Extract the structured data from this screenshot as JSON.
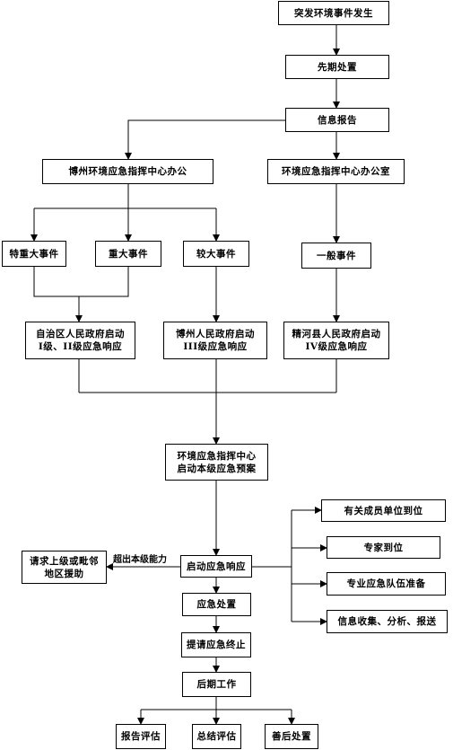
{
  "nodes": {
    "occur": "突发环境事件发生",
    "initial": "先期处置",
    "report": "信息报告",
    "bozhou_office": "博州环境应急指挥中心办公",
    "env_office": "环境应急指挥中心办公室",
    "level1": "特重大事件",
    "level2": "重大事件",
    "level3": "较大事件",
    "level4": "一般事件",
    "region_line1": "自治区人民政府启动",
    "region_line2": "I级、II级应急响应",
    "bozhou_line1": "博州人民政府启动",
    "bozhou_line2": "III级应急响应",
    "jinghe_line1": "精河县人民政府启动",
    "jinghe_line2": "IV级应急响应",
    "center_line1": "环境应急指挥中心",
    "center_line2": "启动本级应急预案",
    "units": "有关成员单位到位",
    "experts": "专家到位",
    "teams": "专业应急队伍准备",
    "info": "信息收集、分析、报送",
    "request_line1": "请求上级或毗邻",
    "request_line2": "地区援助",
    "start": "启动应急响应",
    "handle": "应急处置",
    "end_request": "提请应急终止",
    "aftermath": "后期工作",
    "eval_report": "报告评估",
    "summary": "总结评估",
    "recovery": "善后处置"
  },
  "edge_labels": {
    "beyond": "超出本级能力"
  }
}
